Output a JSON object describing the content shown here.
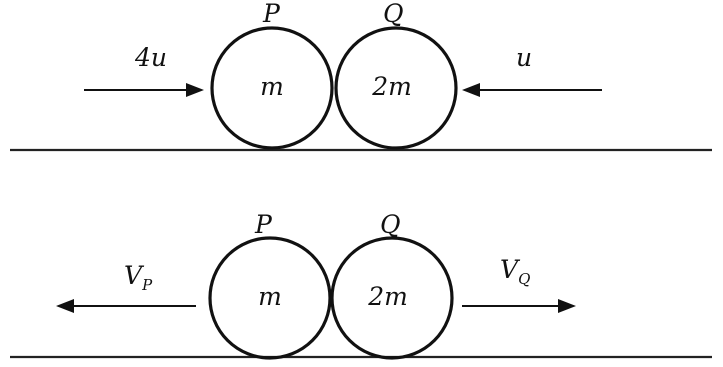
{
  "before": {
    "ball_p": {
      "name": "P",
      "mass": "m"
    },
    "ball_q": {
      "name": "Q",
      "mass": "2m"
    },
    "velocity_p": "4u",
    "velocity_q": "u"
  },
  "after": {
    "ball_p": {
      "name": "P",
      "mass": "m"
    },
    "ball_q": {
      "name": "Q",
      "mass": "2m"
    },
    "velocity_p_main": "V",
    "velocity_p_sub": "P",
    "velocity_q_main": "V",
    "velocity_q_sub": "Q"
  },
  "colors": {
    "ink": "#111111",
    "background": "#ffffff"
  }
}
